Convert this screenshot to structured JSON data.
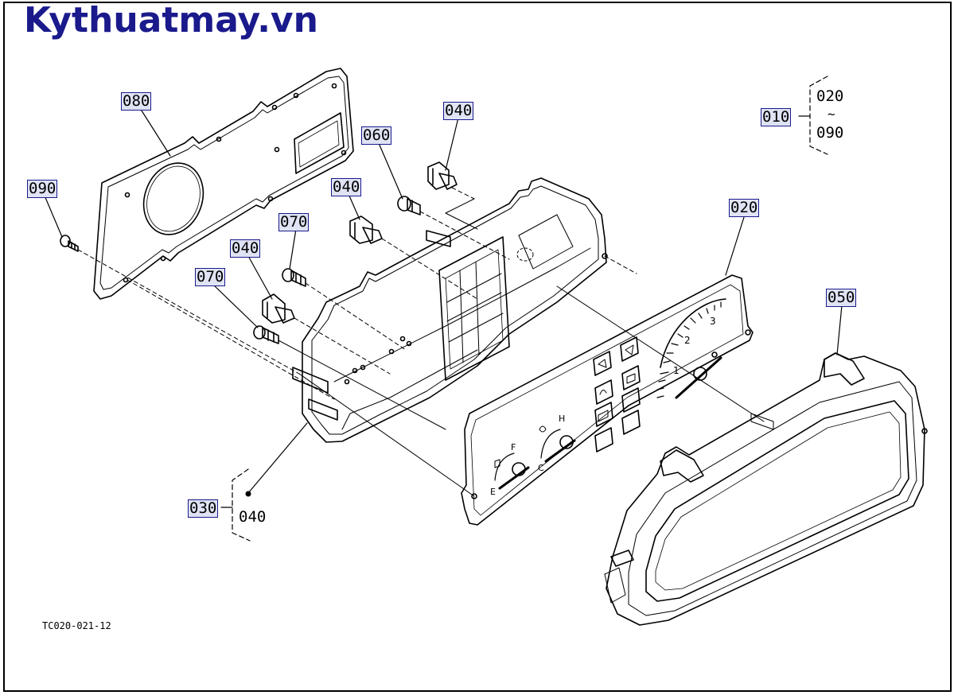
{
  "watermark": "Kythuatmay.vn",
  "callouts": {
    "p080": "080",
    "p090": "090",
    "p060": "060",
    "p040_top": "040",
    "p040_mid": "040",
    "p040_left": "040",
    "p070_upper": "070",
    "p070_lower": "070",
    "p020": "020",
    "p050": "050",
    "p010": "010",
    "p030": "030"
  },
  "group_010": {
    "from": "020",
    "tilde": "~",
    "to": "090"
  },
  "group_030": {
    "item": "040"
  },
  "dial_labels": {
    "speed_1": "1",
    "speed_2": "2",
    "speed_3": "3",
    "fuel_f": "F",
    "fuel_e": "E",
    "temp_h": "H",
    "temp_c": "C"
  },
  "drawing_code": "TC020-021-12",
  "colors": {
    "brand": "#1a1a8c",
    "callout_fill": "#dfe3f3",
    "ink": "#000000"
  }
}
